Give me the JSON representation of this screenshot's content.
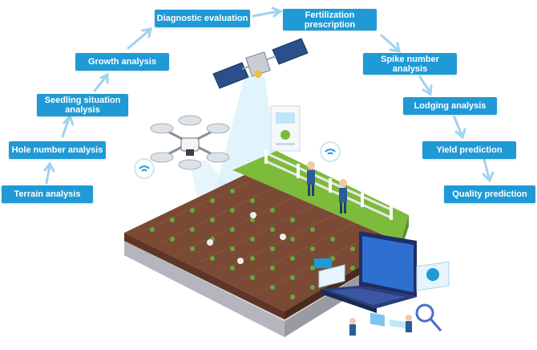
{
  "steps": {
    "terrain": "Terrain analysis",
    "hole_number": "Hole number analysis",
    "seedling_1": "Seedling situation",
    "seedling_2": "analysis",
    "growth": "Growth analysis",
    "diagnostic": "Diagnostic evaluation",
    "fertilization_1": "Fertilization",
    "fertilization_2": "prescription",
    "spike_1": "Spike number",
    "spike_2": "analysis",
    "lodging": "Lodging analysis",
    "yield": "Yield prediction",
    "quality": "Quality prediction"
  },
  "colors": {
    "label_bg": "#1f9ad6",
    "arrow": "#9fd3ee",
    "soil": "#7a4a35",
    "grass": "#7dbb3a",
    "beam": "#bfe6f7"
  },
  "icons": [
    "drone-icon",
    "satellite-icon",
    "wifi-icon",
    "laptop-icon",
    "farmer-icon"
  ]
}
